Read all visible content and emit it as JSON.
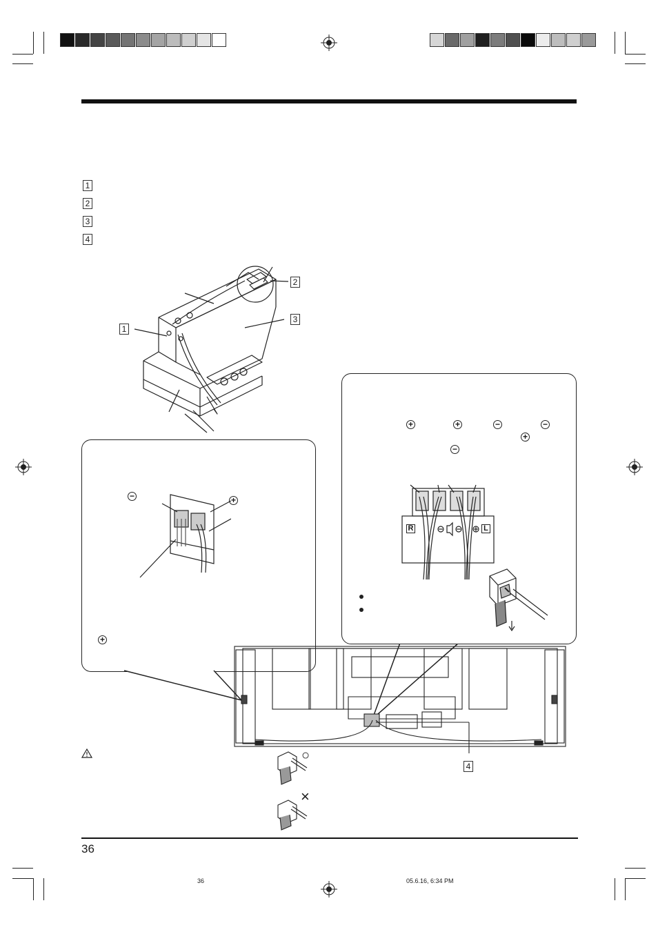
{
  "page": {
    "page_number": "36",
    "footer_file": "36",
    "footer_timestamp": "05.6.16, 6:34 PM"
  },
  "steps": {
    "markers": [
      "1",
      "2",
      "3",
      "4"
    ]
  },
  "figure_labels": {
    "speaker_unit": [
      "1",
      "2",
      "3"
    ],
    "rear_panel": "4"
  },
  "right_callout": {
    "terminal_letters": [
      "R",
      "L"
    ]
  },
  "warning": {
    "ok_mark": "○",
    "ng_mark": "×"
  },
  "colors": {
    "ink": "#1a1a1a",
    "swatches_left": [
      "#111111",
      "#2a2a2a",
      "#444444",
      "#5a5a5a",
      "#747474",
      "#8c8c8c",
      "#a4a4a4",
      "#bcbcbc",
      "#d0d0d0",
      "#e4e4e4",
      "#ffffff"
    ],
    "swatches_right": [
      "#d6d6d6",
      "#6a6a6a",
      "#a0a0a0",
      "#202020",
      "#7c7c7c",
      "#505050",
      "#0a0a0a",
      "#ececec",
      "#bdbdbd",
      "#cfcfcf",
      "#9a9a9a"
    ]
  }
}
